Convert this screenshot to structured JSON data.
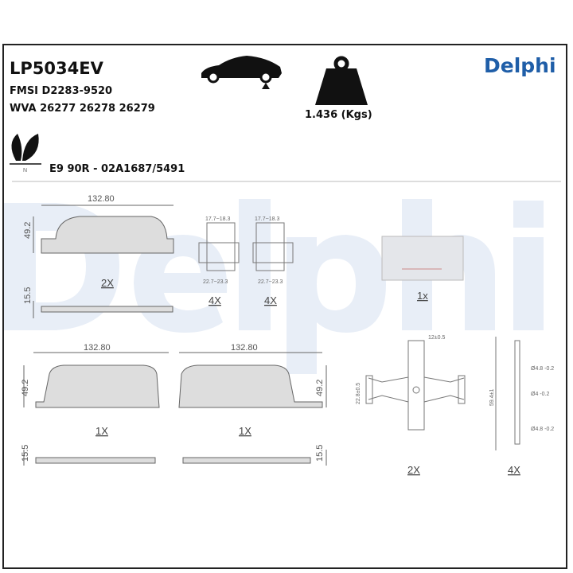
{
  "header": {
    "part_number": "LP5034EV",
    "fmsi": "FMSI D2283-9520",
    "wva": "WVA 26277 26278 26279",
    "weight": "1.436 (Kgs)",
    "approval": "E9 90R - 02A1687/5491",
    "brand": "Delphi",
    "brand_color": "#1f5ea8",
    "eco_icon_letter": "N",
    "icons": [
      "car-rear-axle-icon",
      "weight-icon",
      "eco-leaf-icon"
    ]
  },
  "drawing": {
    "watermark": "Delphi",
    "watermark_color": "#e8eef7",
    "top_pad": {
      "width": "132.80",
      "height": "49.2",
      "thickness": "15.5",
      "qty": "2X"
    },
    "clip_a": {
      "top": "17.7~18.3",
      "bottom": "22.7~23.3",
      "qty": "4X"
    },
    "clip_b": {
      "top": "17.7~18.3",
      "bottom": "22.7~23.3",
      "qty": "4X"
    },
    "grease": {
      "qty": "1x"
    },
    "pad_left": {
      "width": "132.80",
      "height": "49.2",
      "thickness": "15.5",
      "qty": "1X"
    },
    "pad_right": {
      "width": "132.80",
      "height": "49.2",
      "thickness": "15.5",
      "qty": "1X"
    },
    "spring": {
      "width": "12±0.5",
      "height": "22.8±0.5",
      "qty": "2X"
    },
    "pin": {
      "length": "59.4±1",
      "d1": "Ø4.8 -0.2",
      "d2": "Ø4 -0.2",
      "d3": "Ø4.8 -0.2",
      "qty": "4X"
    }
  }
}
